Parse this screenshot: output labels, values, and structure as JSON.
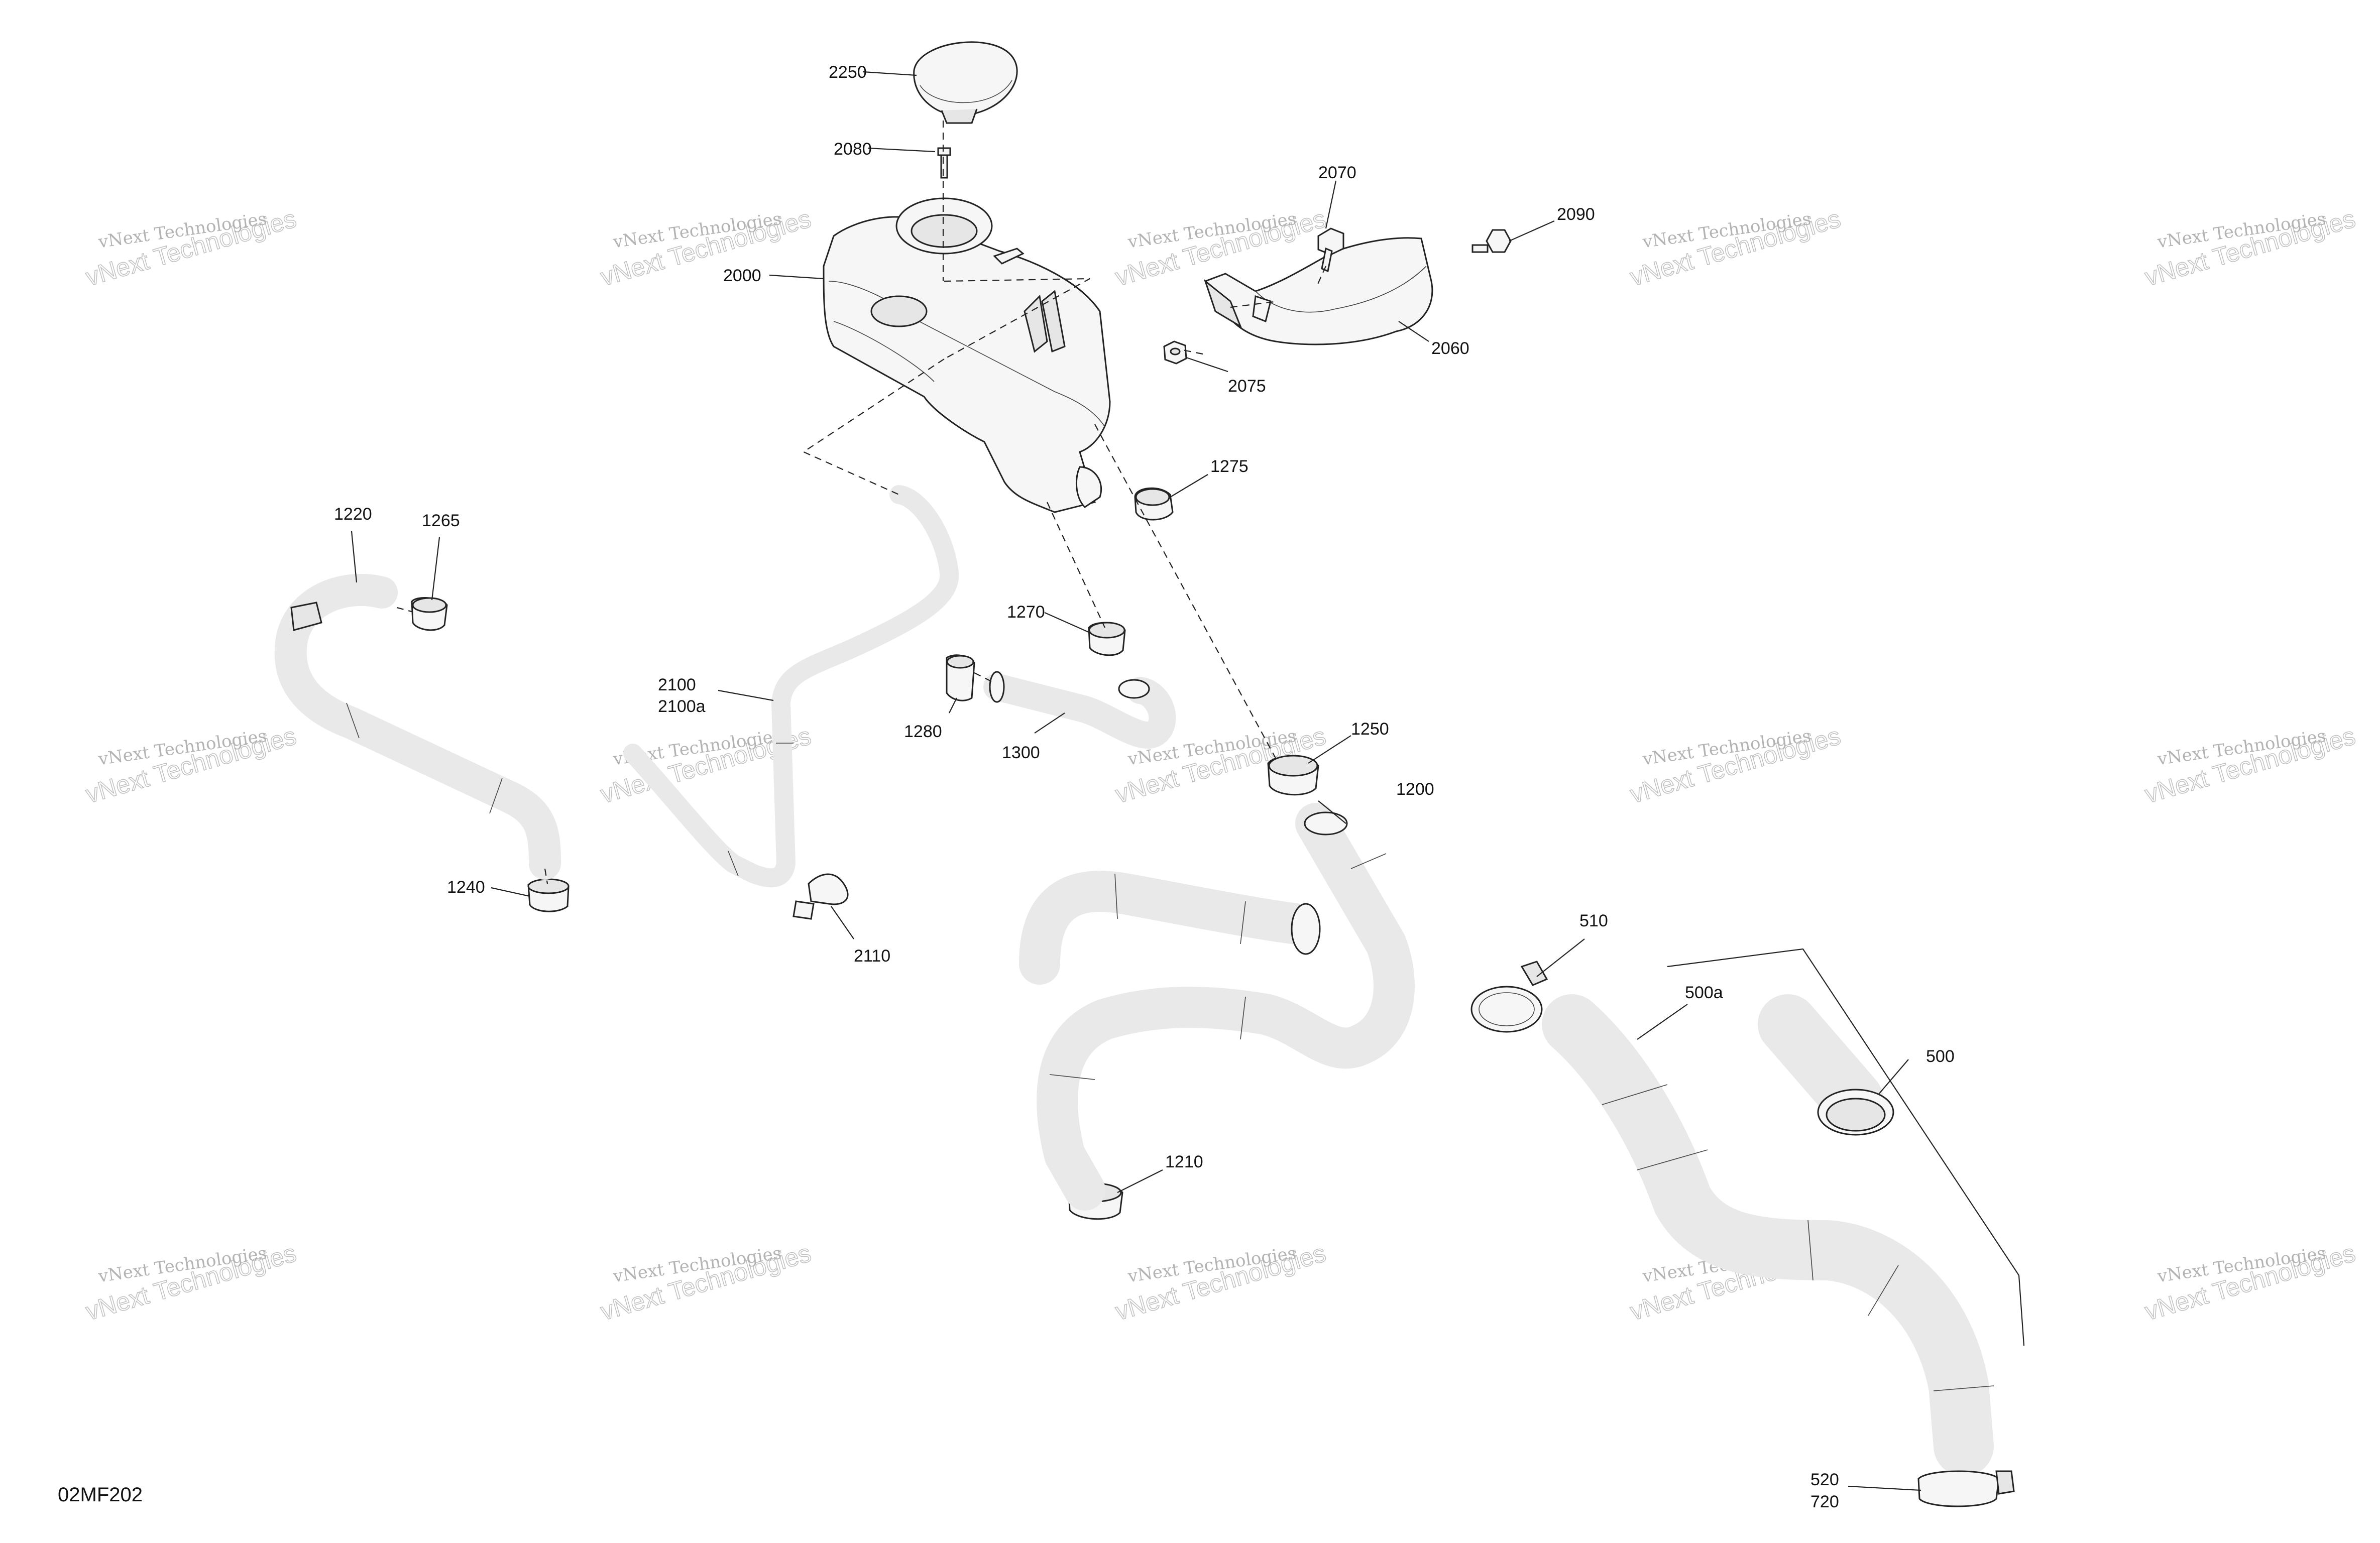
{
  "diagram": {
    "figure_code": "02MF202",
    "watermark_line1": "vNext Technologies",
    "watermark_line2": "vNext Technologies",
    "callouts": [
      {
        "id": "c2250",
        "text": "2250"
      },
      {
        "id": "c2080",
        "text": "2080"
      },
      {
        "id": "c2000",
        "text": "2000"
      },
      {
        "id": "c2070",
        "text": "2070"
      },
      {
        "id": "c2090",
        "text": "2090"
      },
      {
        "id": "c2060",
        "text": "2060"
      },
      {
        "id": "c2075",
        "text": "2075"
      },
      {
        "id": "c1275",
        "text": "1275"
      },
      {
        "id": "c1220",
        "text": "1220"
      },
      {
        "id": "c1265",
        "text": "1265"
      },
      {
        "id": "c1270",
        "text": "1270"
      },
      {
        "id": "c2100",
        "text": "2100"
      },
      {
        "id": "c2100a",
        "text": "2100a"
      },
      {
        "id": "c1280",
        "text": "1280"
      },
      {
        "id": "c1300",
        "text": "1300"
      },
      {
        "id": "c1250",
        "text": "1250"
      },
      {
        "id": "c1200",
        "text": "1200"
      },
      {
        "id": "c1240",
        "text": "1240"
      },
      {
        "id": "c2110",
        "text": "2110"
      },
      {
        "id": "c510",
        "text": "510"
      },
      {
        "id": "c500a",
        "text": "500a"
      },
      {
        "id": "c500",
        "text": "500"
      },
      {
        "id": "c1210",
        "text": "1210"
      },
      {
        "id": "c520",
        "text": "520"
      },
      {
        "id": "c720",
        "text": "720"
      }
    ]
  }
}
